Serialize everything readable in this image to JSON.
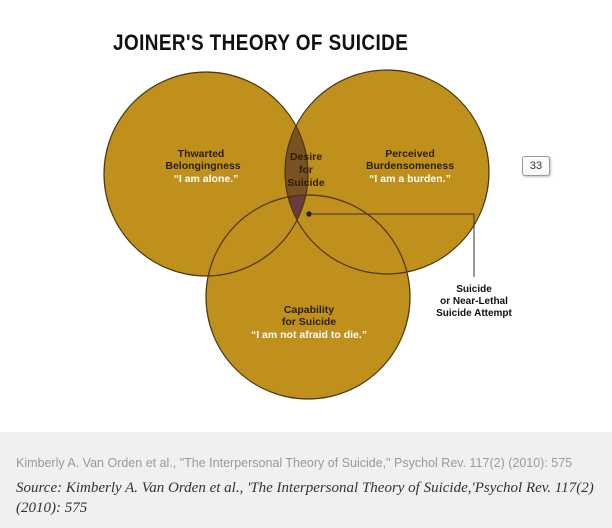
{
  "figure": {
    "title": "JOINER'S THEORY OF SUICIDE",
    "circles": {
      "thwarted": {
        "line1": "Thwarted",
        "line2": "Belongingness",
        "quote": "“I am alone.”"
      },
      "perceived": {
        "line1": "Perceived",
        "line2": "Burdensomeness",
        "quote": "“I am a burden.”"
      },
      "capability": {
        "line1": "Capability",
        "line2": "for Suicide",
        "quote": "“I am not afraid to die.”"
      }
    },
    "intersection": {
      "line1": "Desire",
      "line2": "for",
      "line3": "Suicide"
    },
    "outcome": {
      "line1": "Suicide",
      "line2": "or Near-Lethal",
      "line3": "Suicide Attempt"
    },
    "colors": {
      "circle": "#c0901d",
      "overlap": "#7a5222",
      "center": "#6b3a3c",
      "outline": "#4a3518"
    }
  },
  "page_badge": "33",
  "caption": {
    "line": "Kimberly A. Van Orden et al., \"The Interpersonal Theory of Suicide,\" Psychol Rev. 117(2) (2010): 575",
    "source": "Source: Kimberly A. Van Orden et al., 'The Interpersonal Theory of Suicide,'Psychol Rev. 117(2) (2010): 575"
  }
}
